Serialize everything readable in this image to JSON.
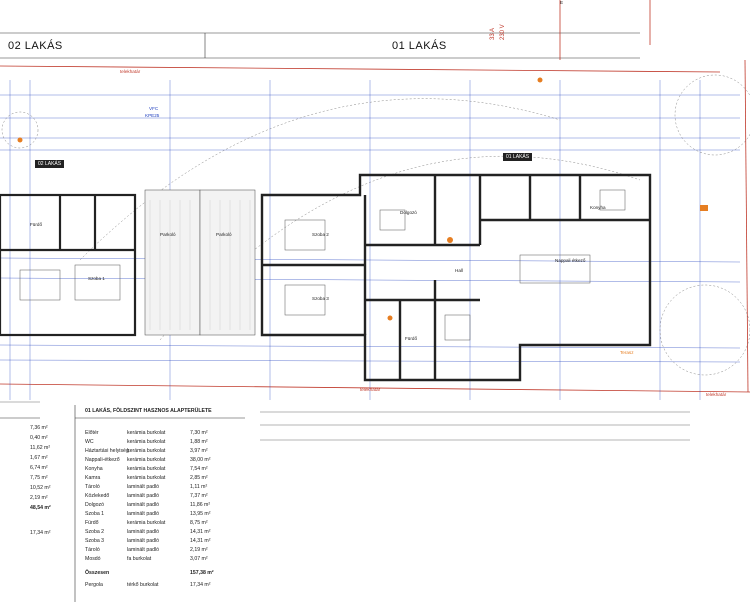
{
  "headers": {
    "unit_02": "02 LAKÁS",
    "unit_01": "01 LAKÁS"
  },
  "tags": {
    "unit_02": "02 LAKÁS",
    "unit_01": "01 LAKÁS"
  },
  "site_labels": {
    "telekhatar_top": "telekhatár",
    "telekhatar_bottom": "telekhatár",
    "telekhatar_right": "telekhatár",
    "vfc": "VFC",
    "kpe": "KPE25",
    "power": "230 V",
    "power2": "33 A",
    "grid": "E"
  },
  "rooms_left": {
    "fursztoba1": "Fürdő",
    "szoba1": "Szoba 1",
    "parkolo1": "Parkoló",
    "parkolo2": "Parkoló"
  },
  "rooms_right": {
    "szoba2": "Szoba 2",
    "szoba3": "Szoba 3",
    "dolgozo": "Dolgozó",
    "nappali": "Nappali étkező",
    "konyha": "Konyha",
    "hall": "Hall",
    "furdo": "Fürdő",
    "terasz": "Terasz"
  },
  "left_table": {
    "values": [
      "7,36 m²",
      "0,40 m²",
      "11,62 m²",
      "1,67 m²",
      "6,74 m²",
      "7,75 m²",
      "10,52 m²",
      "2,19 m²",
      "48,54 m²",
      "",
      "17,34 m²"
    ],
    "bold_index": 8
  },
  "right_table": {
    "title": "01 LAKÁS, FÖLDSZINT HASZNOS ALAPTERÜLETE",
    "rows": [
      {
        "room": "Előtér",
        "floor": "kerámia burkolat",
        "area": "7,30 m²"
      },
      {
        "room": "WC",
        "floor": "kerámia burkolat",
        "area": "1,88 m²"
      },
      {
        "room": "Háztartási helyiség",
        "floor": "kerámia burkolat",
        "area": "3,97 m²"
      },
      {
        "room": "Nappali-étkező",
        "floor": "kerámia burkolat",
        "area": "38,00 m²"
      },
      {
        "room": "Konyha",
        "floor": "kerámia burkolat",
        "area": "7,54 m²"
      },
      {
        "room": "Kamra",
        "floor": "kerámia burkolat",
        "area": "2,85 m²"
      },
      {
        "room": "Tároló",
        "floor": "laminált padló",
        "area": "1,11 m²"
      },
      {
        "room": "Közlekedő",
        "floor": "laminált padló",
        "area": "7,37 m²"
      },
      {
        "room": "Dolgozó",
        "floor": "laminált padló",
        "area": "11,86 m²"
      },
      {
        "room": "Szoba 1",
        "floor": "laminált padló",
        "area": "13,95 m²"
      },
      {
        "room": "Fürdő",
        "floor": "kerámia burkolat",
        "area": "8,75 m²"
      },
      {
        "room": "Szoba 2",
        "floor": "laminált padló",
        "area": "14,31 m²"
      },
      {
        "room": "Szoba 3",
        "floor": "laminált padló",
        "area": "14,31 m²"
      },
      {
        "room": "Tároló",
        "floor": "laminált padló",
        "area": "2,19 m²"
      },
      {
        "room": "Mosdó",
        "floor": "fa burkolat",
        "area": "3,07 m²"
      }
    ],
    "total_label": "Összesen",
    "total_area": "157,38 m²",
    "extra_room": "Pergola",
    "extra_floor": "térkő burkolat",
    "extra_area": "17,34 m²"
  }
}
